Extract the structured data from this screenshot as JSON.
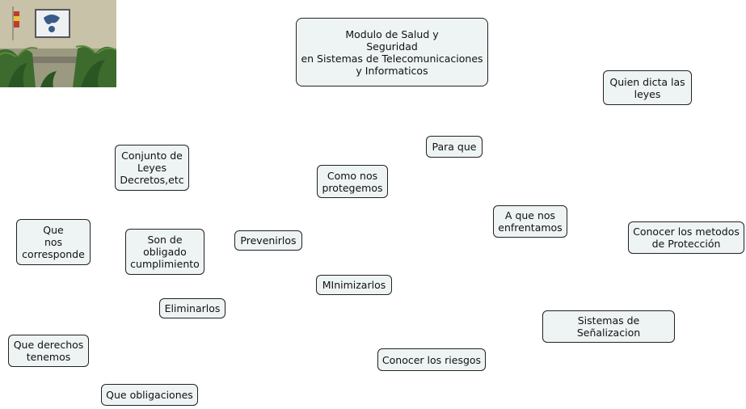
{
  "nodes": {
    "title": "Modulo de Salud y\nSeguridad\nen Sistemas  de Telecomunicaciones\ny Informaticos",
    "quien_dicta": "Quien dicta las\nleyes",
    "para_que": "Para que",
    "conjunto": "Conjunto de\nLeyes\nDecretos,etc",
    "como_nos": "Como nos\nprotegemos",
    "a_que_nos": "A que nos\nenfrentamos",
    "conocer_metodos": "Conocer los metodos\nde Protección",
    "que_nos": "Que\nnos\ncorresponde",
    "son_de": "Son de\nobligado\ncumplimiento",
    "prevenirlos": "Prevenirlos",
    "minimizarlos": "MInimizarlos",
    "eliminarlos": "Eliminarlos",
    "sistemas": "Sistemas de\nSeñalizacion",
    "que_derechos": "Que derechos\ntenemos",
    "conocer_riesgos": "Conocer los riesgos",
    "que_obligaciones": "Que obligaciones"
  },
  "colors": {
    "node_fill": "#eef3f4",
    "node_border": "#222222"
  }
}
